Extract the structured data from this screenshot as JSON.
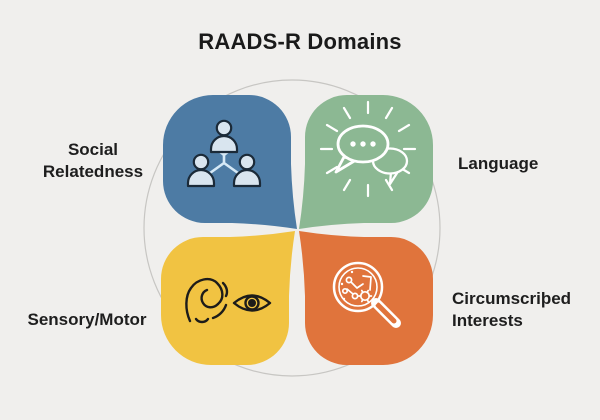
{
  "title": "RAADS-R Domains",
  "domains": [
    {
      "label": "Social\nRelatedness",
      "color": "#4d7ba4",
      "icon": "people-network-icon"
    },
    {
      "label": "Language",
      "color": "#8cb893",
      "icon": "speech-bubbles-icon"
    },
    {
      "label": "Sensory/Motor",
      "color": "#f1c342",
      "icon": "ear-and-eye-icon"
    },
    {
      "label": "Circumscriþed\nInterests",
      "color": "#e0743c",
      "icon": "magnifier-research-icon"
    }
  ],
  "colors": {
    "background": "#f0efed",
    "circle_outline": "#c7c6c3",
    "title_text": "#1a1a1a",
    "label_text": "#1e1e1e",
    "icon_light": "#ffffff",
    "icon_dark": "#1d1c1a",
    "people_fill": "#d9e5ef",
    "people_outline": "#1b2a38",
    "people_connector": "#d6e9f6"
  }
}
